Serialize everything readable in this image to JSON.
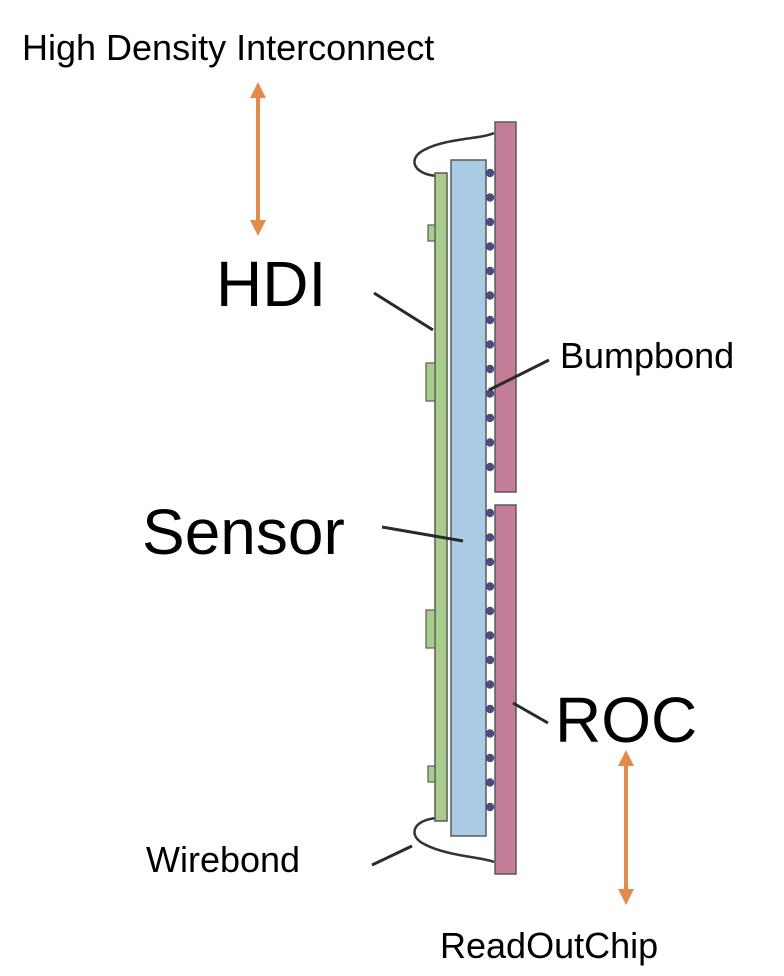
{
  "labels": {
    "top_caption": "High Density Interconnect",
    "hdi": "HDI",
    "bumpbond": "Bumpbond",
    "sensor": "Sensor",
    "roc": "ROC",
    "wirebond": "Wirebond",
    "bottom_caption": "ReadOutChip"
  },
  "colors": {
    "hdi_layer": "#a9cd8c",
    "sensor_layer": "#a9cbe4",
    "roc_layer": "#c47d99",
    "bump": "#4b4b80",
    "outline": "#5a5a5a",
    "arrow": "#e38b4d",
    "leader_line": "#2a2a2a",
    "wire": "#333333"
  }
}
